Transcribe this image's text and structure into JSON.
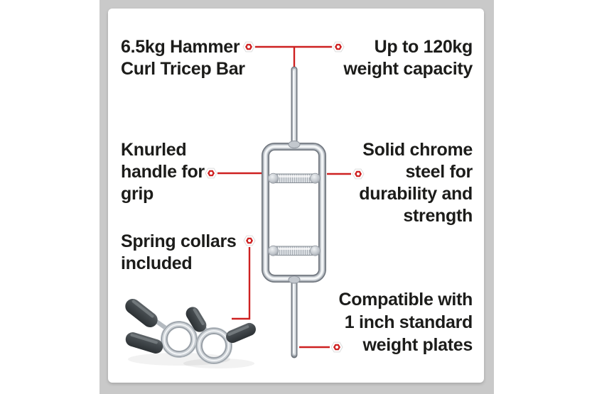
{
  "colors": {
    "page_bg": "#ffffff",
    "panel_border": "#c9c9c9",
    "card_bg": "#ffffff",
    "accent_red": "#ce2121",
    "text": "#1c1c1a",
    "chrome_dark": "#6e747c",
    "chrome_light": "#f7f9fa",
    "collar_handle": "#3c4246"
  },
  "icons": {
    "marker": "hex-nut-icon"
  },
  "product_graphic": {
    "main_item": "chrome tricep hammer curl bar",
    "secondary_item": "pair of spring collars"
  },
  "callouts": [
    {
      "id": "bar-name",
      "align": "left",
      "lines": [
        "6.5kg Hammer",
        "Curl Tricep Bar"
      ]
    },
    {
      "id": "capacity",
      "align": "right",
      "lines": [
        "Up to 120kg",
        "weight capacity"
      ]
    },
    {
      "id": "knurled",
      "align": "left",
      "lines": [
        "Knurled",
        "handle for",
        "grip"
      ]
    },
    {
      "id": "chrome-steel",
      "align": "right",
      "lines": [
        "Solid chrome",
        "steel for",
        "durability and",
        "strength"
      ]
    },
    {
      "id": "spring-collars",
      "align": "left",
      "lines": [
        "Spring collars",
        "included"
      ]
    },
    {
      "id": "compatibility",
      "align": "right",
      "lines": [
        "Compatible with",
        "1 inch standard",
        "weight plates"
      ]
    }
  ]
}
